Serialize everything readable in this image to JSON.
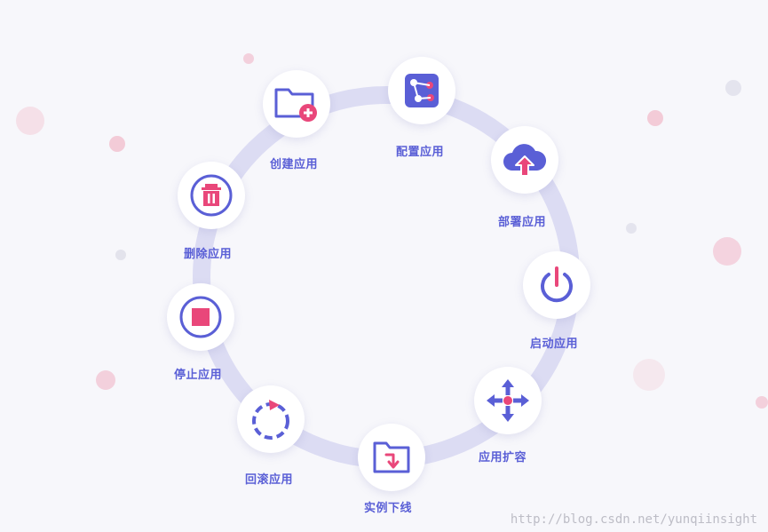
{
  "diagram": {
    "steps": [
      {
        "id": "create",
        "label": "创建应用",
        "icon": "folder-plus-icon"
      },
      {
        "id": "config",
        "label": "配置应用",
        "icon": "config-nodes-icon"
      },
      {
        "id": "deploy",
        "label": "部署应用",
        "icon": "cloud-upload-icon"
      },
      {
        "id": "start",
        "label": "启动应用",
        "icon": "power-icon"
      },
      {
        "id": "scale",
        "label": "应用扩容",
        "icon": "expand-arrows-icon"
      },
      {
        "id": "offline",
        "label": "实例下线",
        "icon": "folder-down-arrow-icon"
      },
      {
        "id": "rollback",
        "label": "回滚应用",
        "icon": "rollback-circle-icon"
      },
      {
        "id": "stop",
        "label": "停止应用",
        "icon": "stop-square-icon"
      },
      {
        "id": "delete",
        "label": "删除应用",
        "icon": "trash-icon"
      }
    ]
  },
  "watermark": "http://blog.csdn.net/yunqiinsight",
  "colors": {
    "primary": "#5a5fd6",
    "accent": "#e9477a",
    "ring": "#dcdcf3",
    "background": "#f7f7fb"
  }
}
